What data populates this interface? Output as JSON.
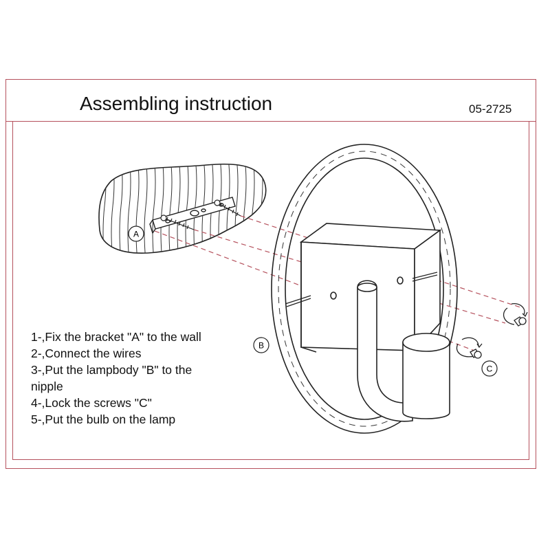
{
  "header": {
    "title": "Assembling instruction",
    "code": "05-2725"
  },
  "steps": [
    "1-,Fix the bracket \"A\" to the wall",
    "2-,Connect the wires",
    "3-,Put the lampbody \"B\" to the",
    "nipple",
    "4-,Lock the screws \"C\"",
    "5-,Put the bulb on the lamp"
  ],
  "callouts": {
    "a": "A",
    "b": "B",
    "c": "C"
  },
  "colors": {
    "frame": "#b5505c",
    "line": "#222222",
    "dash": "#b5505c"
  }
}
